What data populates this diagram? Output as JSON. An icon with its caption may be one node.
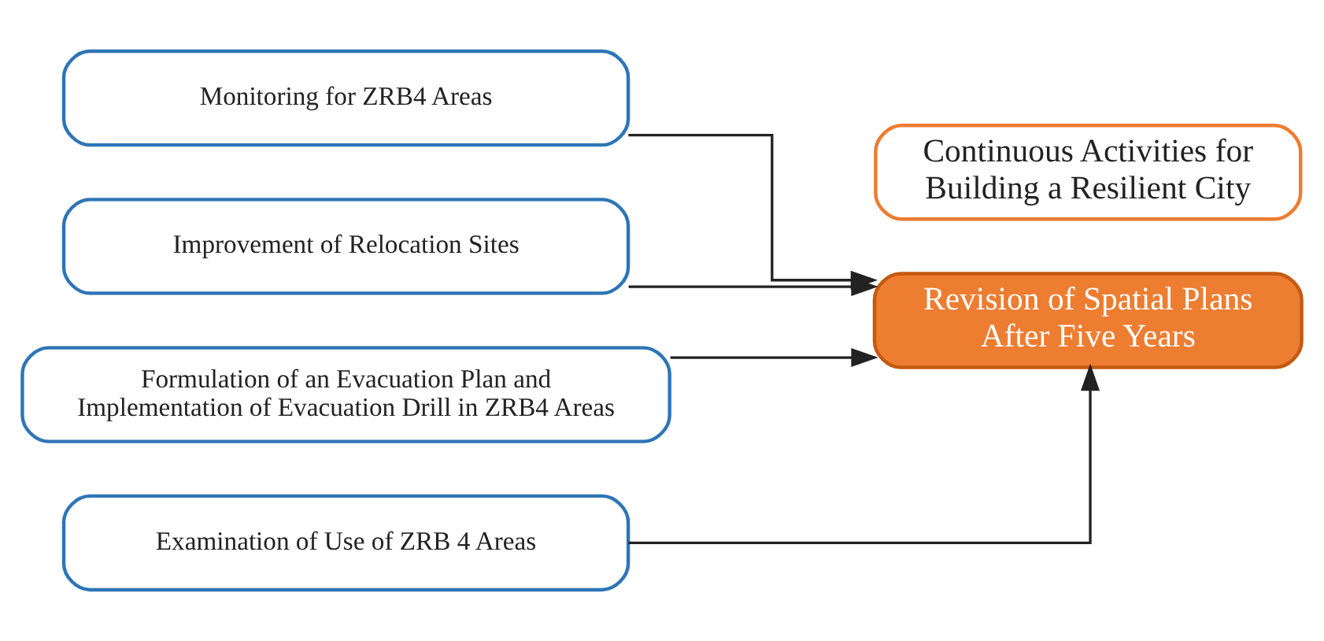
{
  "diagram": {
    "nodes": [
      {
        "text": [
          "Monitoring for ZRB4 Areas"
        ]
      },
      {
        "text": [
          "Improvement of Relocation Sites"
        ]
      },
      {
        "text": [
          "Formulation of an Evacuation Plan and Implementation of Evacuation Drill in ZRB4 Areas"
        ]
      },
      {
        "text": [
          "Examination of Use of ZRB 4 Areas"
        ]
      },
      {
        "text": [
          "Revision of Spatial Plans After Five Years"
        ]
      },
      {
        "text": [
          "Continuous Activities for Building a Resilient City"
        ]
      }
    ],
    "edges": [
      {
        "from": 0,
        "to": 4,
        "arrow": "to"
      },
      {
        "from": 1,
        "to": 4,
        "arrow": "to"
      },
      {
        "from": 2,
        "to": 4,
        "arrow": "to"
      },
      {
        "from": 3,
        "to": 4,
        "arrow": "to"
      }
    ]
  }
}
